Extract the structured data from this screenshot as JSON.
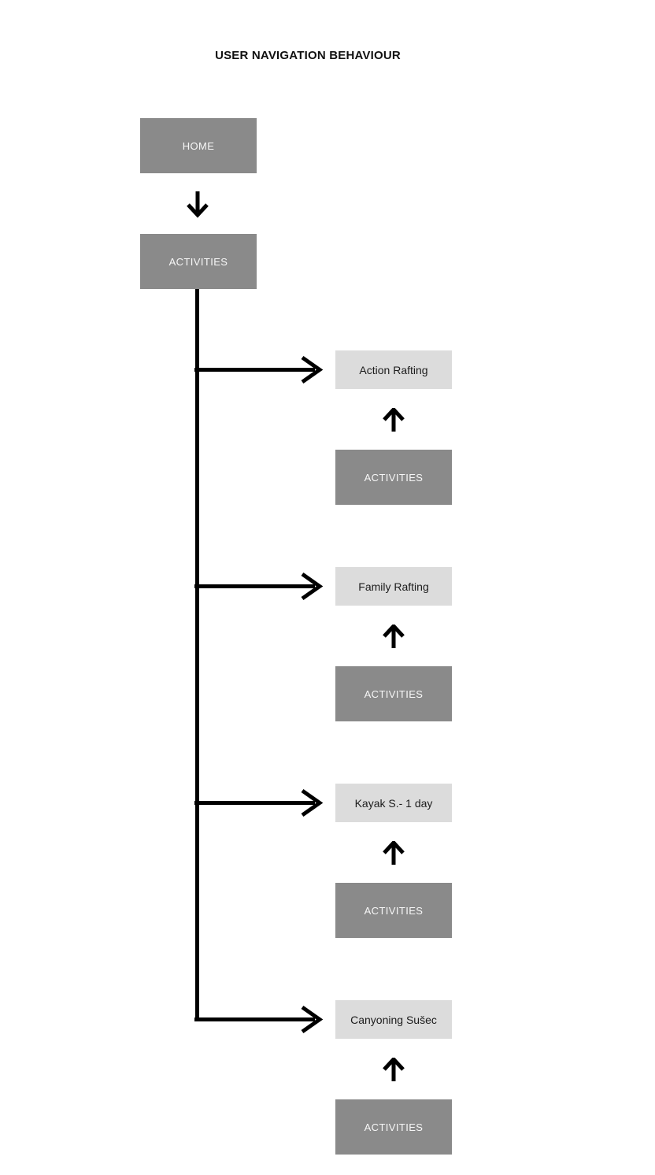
{
  "title": "USER NAVIGATION BEHAVIOUR",
  "colors": {
    "background": "#ffffff",
    "node_dark_bg": "#8a8a8a",
    "node_dark_text": "#f7f7f7",
    "node_light_bg": "#dcdcdc",
    "node_light_text": "#1c1c1c",
    "connector": "#000000",
    "title_text": "#111111"
  },
  "icons": {
    "down_arrow": "↓",
    "up_arrow": "↑",
    "right_arrow": "→"
  },
  "flow": {
    "root": {
      "label": "HOME"
    },
    "child": {
      "label": "ACTIVITIES"
    },
    "branches": [
      {
        "destination": "Action Rafting",
        "return_source": "ACTIVITIES"
      },
      {
        "destination": "Family Rafting",
        "return_source": "ACTIVITIES"
      },
      {
        "destination": "Kayak S.- 1 day",
        "return_source": "ACTIVITIES"
      },
      {
        "destination": "Canyoning Sušec",
        "return_source": "ACTIVITIES"
      }
    ]
  }
}
